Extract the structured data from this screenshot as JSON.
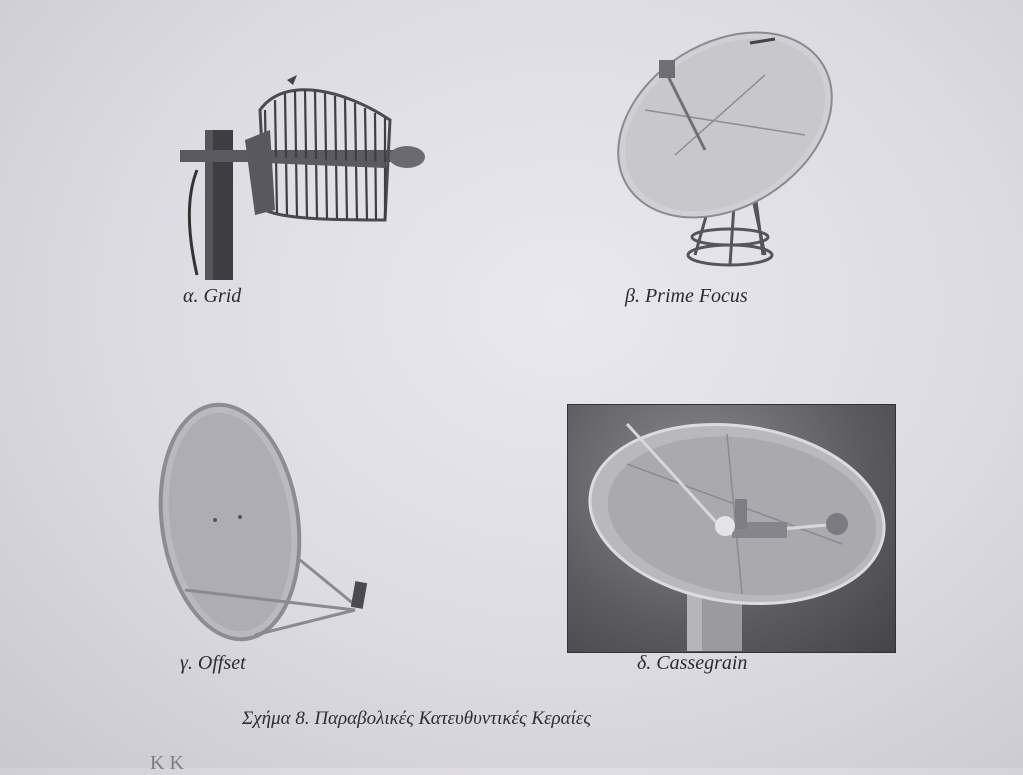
{
  "figures": [
    {
      "id": "grid",
      "caption": "α. Grid"
    },
    {
      "id": "prime-focus",
      "caption": "β. Prime Focus"
    },
    {
      "id": "offset",
      "caption": "γ. Offset"
    },
    {
      "id": "cassegrain",
      "caption": "δ. Cassegrain"
    }
  ],
  "figure_caption": "Σχήμα 8. Παραβολικές Κατευθυντικές Κεραίες",
  "cut_off_text": "Κ Κ"
}
